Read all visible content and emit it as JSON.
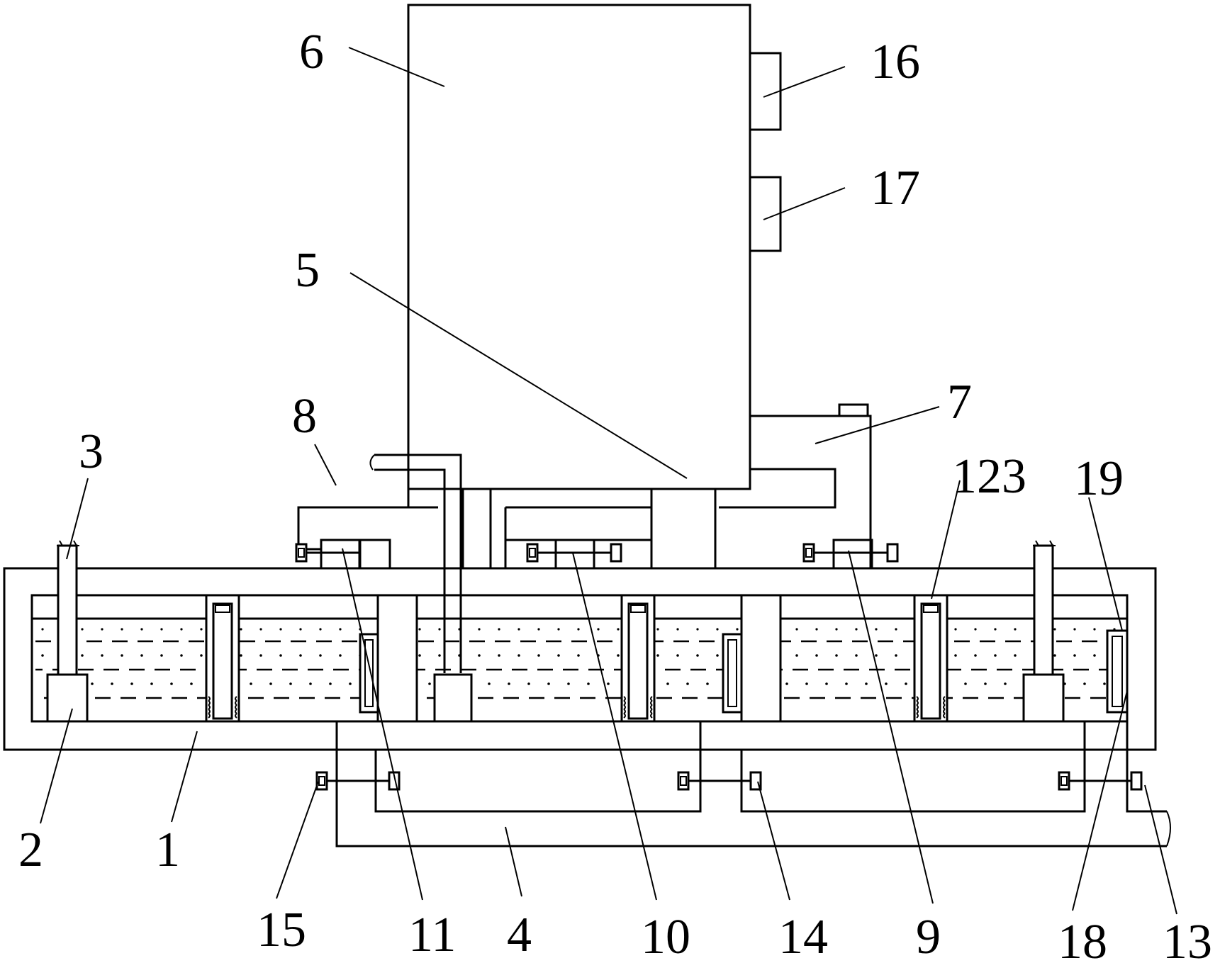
{
  "labels": {
    "l1": "1",
    "l2": "2",
    "l3": "3",
    "l4": "4",
    "l5": "5",
    "l6": "6",
    "l7": "7",
    "l8": "8",
    "l9": "9",
    "l10": "10",
    "l11": "11",
    "l13": "13",
    "l14": "14",
    "l15": "15",
    "l16": "16",
    "l17": "17",
    "l18": "18",
    "l19": "19",
    "l123": "123"
  }
}
